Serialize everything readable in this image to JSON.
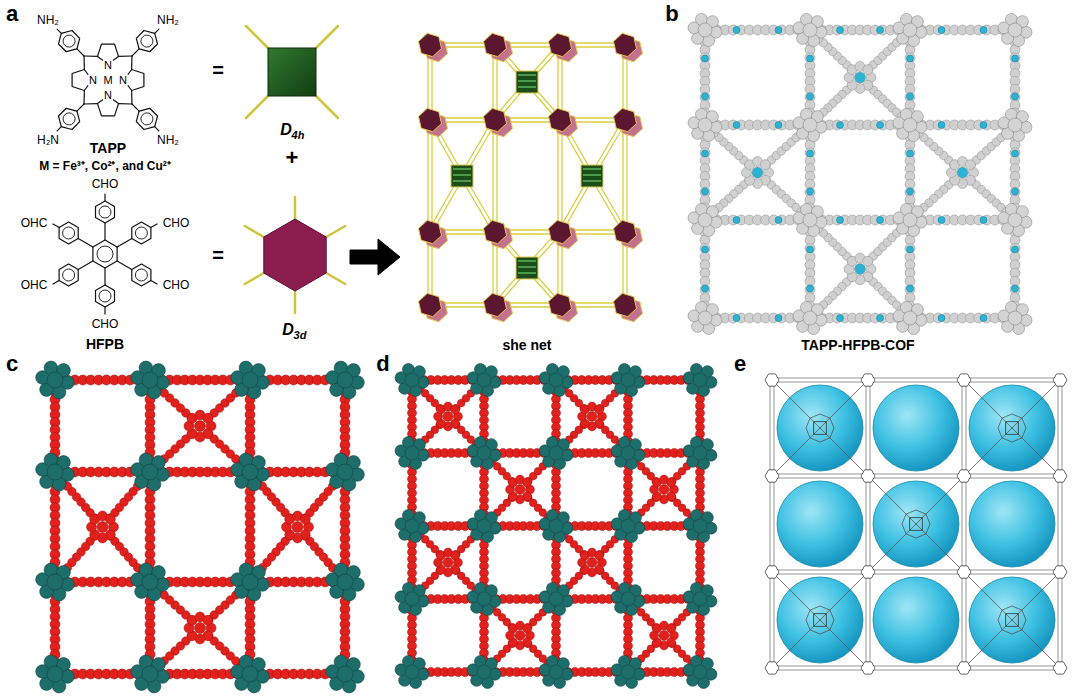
{
  "diagram": {
    "labels": [
      "a",
      "NH₂",
      "NH₂",
      "N",
      "N",
      "M",
      "N",
      "N",
      "H₂N",
      "NH₂",
      "TAPP",
      "M = Fe³⁺, Co²⁺, and Cu²⁺",
      "=",
      "D",
      "4h",
      "+",
      "CHO",
      "OHC",
      "CHO",
      "OHC",
      "CHO",
      "CHO",
      "HFPB",
      "=",
      "D",
      "3d",
      "she net",
      "b",
      "TAPP-HFPB-COF",
      "c",
      "d",
      "e"
    ]
  }
}
